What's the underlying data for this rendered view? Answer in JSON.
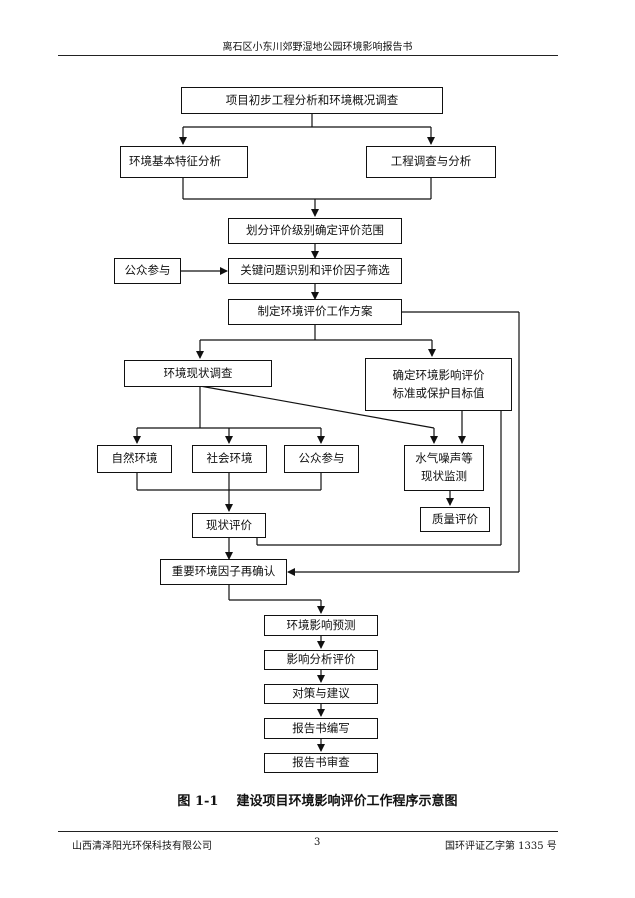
{
  "header": {
    "title": "离石区小东川郊野湿地公园环境影响报告书"
  },
  "flowchart": {
    "nodes": {
      "n1": "项目初步工程分析和环境概况调查",
      "n2": "环境基本特征分析",
      "n3": "工程调查与分析",
      "n4": "划分评价级别确定评价范围",
      "n5": "公众参与",
      "n6": "关键问题识别和评价因子筛选",
      "n7": "制定环境评价工作方案",
      "n8": "环境现状调查",
      "n9": "确定环境影响评价\n标准或保护目标值",
      "n10": "自然环境",
      "n11": "社会环境",
      "n12": "公众参与",
      "n13": "水气噪声等\n现状监测",
      "n14": "质量评价",
      "n15": "现状评价",
      "n16": "重要环境因子再确认",
      "n17": "环境影响预测",
      "n18": "影响分析评价",
      "n19": "对策与建议",
      "n20": "报告书编写",
      "n21": "报告书审查"
    }
  },
  "caption": {
    "label": "图 1-1",
    "title": "建设项目环境影响评价工作程序示意图"
  },
  "footer": {
    "company": "山西清泽阳光环保科技有限公司",
    "page": "3",
    "cert": "国环评证乙字第 1335 号"
  }
}
